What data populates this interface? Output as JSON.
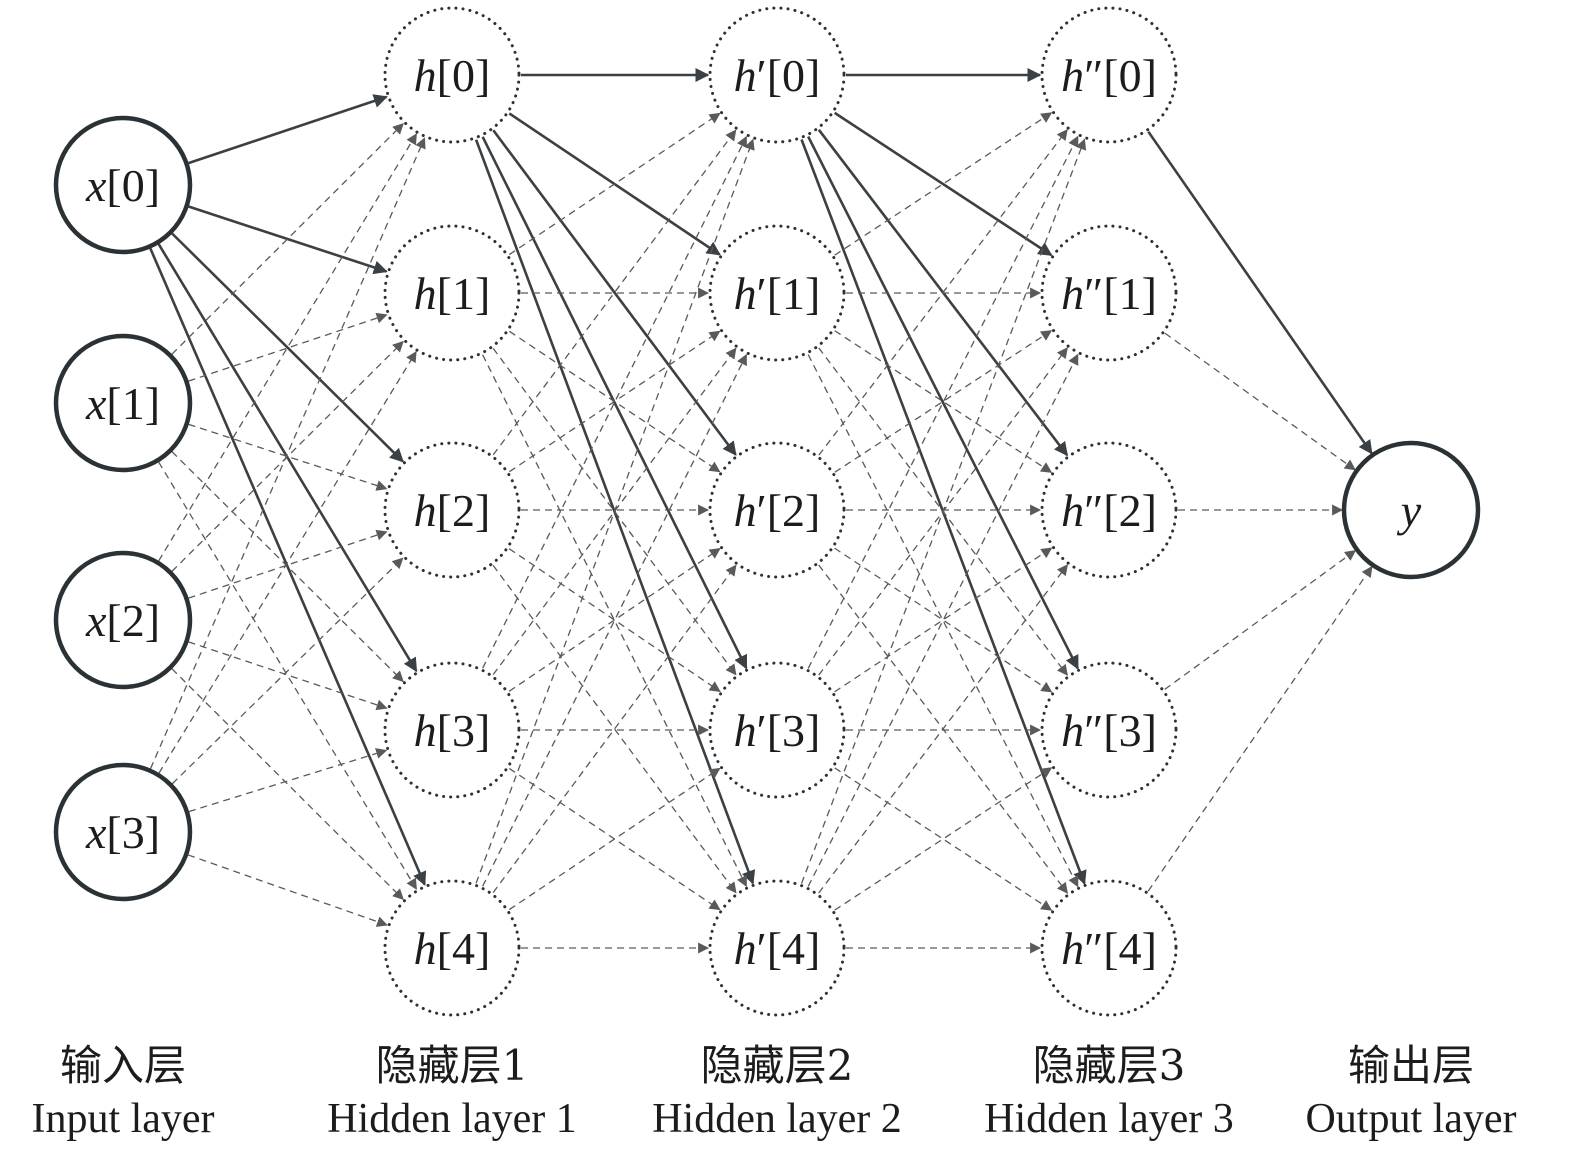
{
  "layers": [
    {
      "key": "input",
      "style": "solid",
      "nodes": [
        {
          "var": "x",
          "prime": "",
          "index": "[0]"
        },
        {
          "var": "x",
          "prime": "",
          "index": "[1]"
        },
        {
          "var": "x",
          "prime": "",
          "index": "[2]"
        },
        {
          "var": "x",
          "prime": "",
          "index": "[3]"
        }
      ],
      "label_cn": "输入层",
      "label_en": "Input layer"
    },
    {
      "key": "hidden1",
      "style": "dotted",
      "nodes": [
        {
          "var": "h",
          "prime": "",
          "index": "[0]"
        },
        {
          "var": "h",
          "prime": "",
          "index": "[1]"
        },
        {
          "var": "h",
          "prime": "",
          "index": "[2]"
        },
        {
          "var": "h",
          "prime": "",
          "index": "[3]"
        },
        {
          "var": "h",
          "prime": "",
          "index": "[4]"
        }
      ],
      "label_cn": "隐藏层1",
      "label_en": "Hidden layer 1"
    },
    {
      "key": "hidden2",
      "style": "dotted",
      "nodes": [
        {
          "var": "h",
          "prime": "′",
          "index": "[0]"
        },
        {
          "var": "h",
          "prime": "′",
          "index": "[1]"
        },
        {
          "var": "h",
          "prime": "′",
          "index": "[2]"
        },
        {
          "var": "h",
          "prime": "′",
          "index": "[3]"
        },
        {
          "var": "h",
          "prime": "′",
          "index": "[4]"
        }
      ],
      "label_cn": "隐藏层2",
      "label_en": "Hidden layer 2"
    },
    {
      "key": "hidden3",
      "style": "dotted",
      "nodes": [
        {
          "var": "h",
          "prime": "″",
          "index": "[0]"
        },
        {
          "var": "h",
          "prime": "″",
          "index": "[1]"
        },
        {
          "var": "h",
          "prime": "″",
          "index": "[2]"
        },
        {
          "var": "h",
          "prime": "″",
          "index": "[3]"
        },
        {
          "var": "h",
          "prime": "″",
          "index": "[4]"
        }
      ],
      "label_cn": "隐藏层3",
      "label_en": "Hidden layer 3"
    },
    {
      "key": "output",
      "style": "solid",
      "nodes": [
        {
          "var": "y",
          "prime": "",
          "index": ""
        }
      ],
      "label_cn": "输出层",
      "label_en": "Output layer"
    }
  ],
  "connections": {
    "highlighted_source_index": 0,
    "highlighted_style": "solid",
    "other_style": "dashed"
  },
  "colors": {
    "node_stroke": "#2b3236",
    "solid_edge": "#3a4044",
    "dashed_edge": "#5a5a5a",
    "text": "#1c1c1c"
  }
}
